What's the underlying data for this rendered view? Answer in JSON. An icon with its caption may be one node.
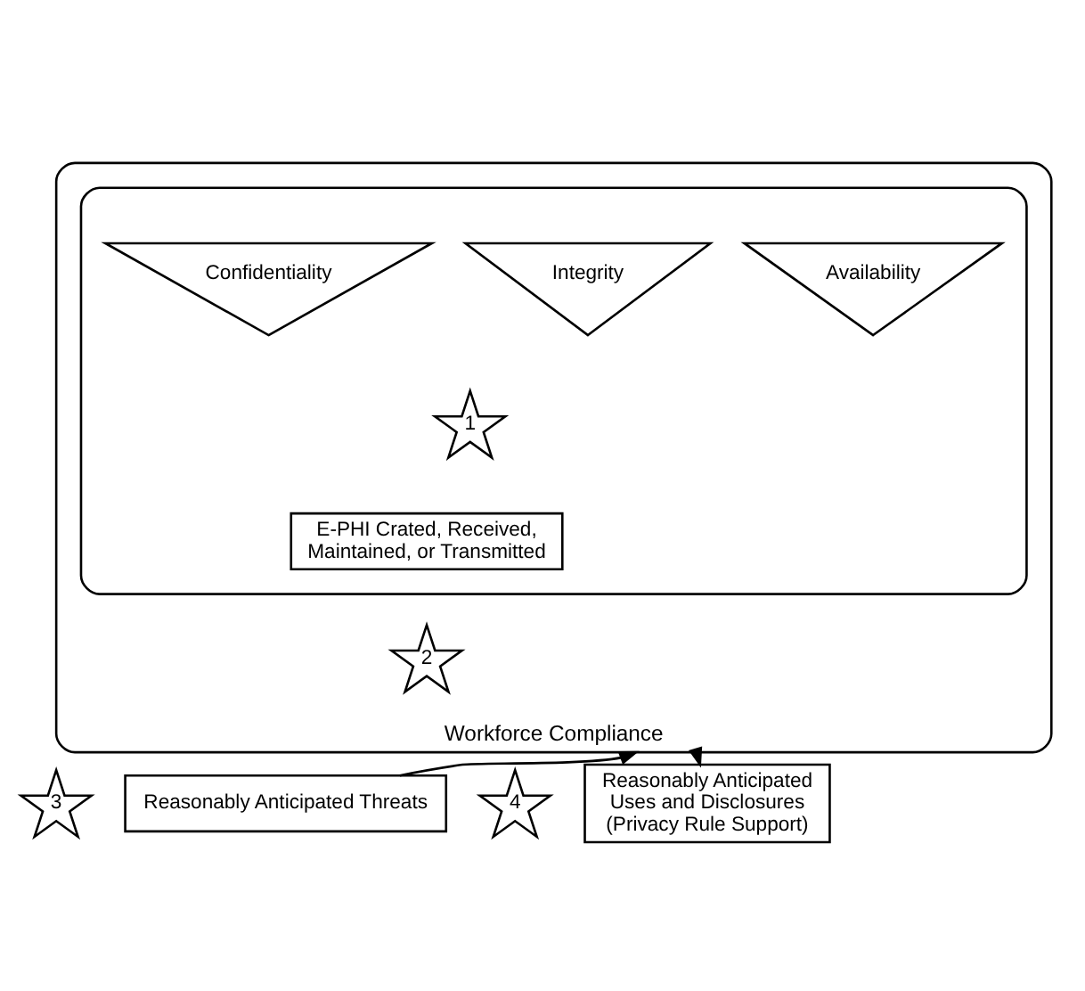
{
  "diagram": {
    "nodes": [
      {
        "text": [
          "Workforce Compliance"
        ]
      },
      {
        "text": [],
        "shape": "ellipse",
        "in": 0
      },
      {
        "text": [
          "Confidentiality"
        ],
        "in": 1
      },
      {
        "text": [
          "Integrity"
        ],
        "in": 1
      },
      {
        "text": [
          "Availability"
        ],
        "in": 1
      },
      {
        "text": [
          "1"
        ],
        "in": 1
      },
      {
        "text": [
          "E-PHI Crated, Received, Maintained, or Transmitted"
        ],
        "in": 1
      },
      {
        "text": [
          "2"
        ],
        "in": 0
      },
      {
        "text": [
          "3"
        ]
      },
      {
        "text": [
          "Reasonably Anticipated Threats"
        ]
      },
      {
        "text": [
          "4"
        ]
      },
      {
        "text": [
          "Reasonably Anticipated Uses and Disclosures (Privacy Rule Support)"
        ]
      }
    ],
    "edges": [
      {
        "from": 9,
        "to": 0,
        "arrow": "to"
      },
      {
        "from": 0,
        "to": 11,
        "arrow": "to"
      }
    ]
  }
}
